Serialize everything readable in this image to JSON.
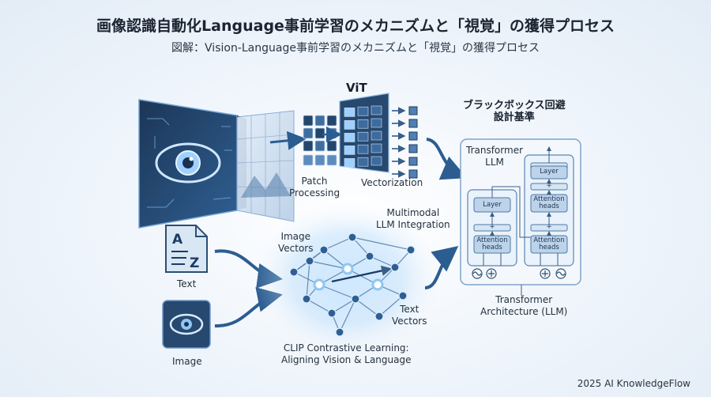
{
  "title": "画像認識自動化Language事前学習のメカニズムと「視覚」の獲得プロセス",
  "subtitle": "図解：Vision-Language事前学習のメカニズムと「視覚」の獲得プロセス",
  "vit": {
    "label": "ViT",
    "patch_label": "Patch\nProcessing",
    "vector_label": "Vectorization"
  },
  "blackbox": {
    "label": "ブラックボックス回避\n設計基準"
  },
  "transformer": {
    "llm_label": "Transformer\nLLM",
    "arch_label": "Transformer\nArchitecture (LLM)",
    "layer_label": "Layer",
    "attention_label": "Attention\nheads",
    "plus": "+"
  },
  "inputs": {
    "text_label": "Text",
    "image_label": "Image"
  },
  "clip": {
    "image_vectors": "Image\nVectors",
    "text_vectors": "Text\nVectors",
    "multimodal": "Multimodal\nLLM Integration",
    "caption": "CLIP Contrastive Learning:\nAligning Vision & Language"
  },
  "footer": "2025 AI KnowledgeFlow",
  "colors": {
    "navy": "#1d3c63",
    "blue": "#3f6d9e",
    "light": "#bcd3ea",
    "glow": "#8fc7f3"
  }
}
